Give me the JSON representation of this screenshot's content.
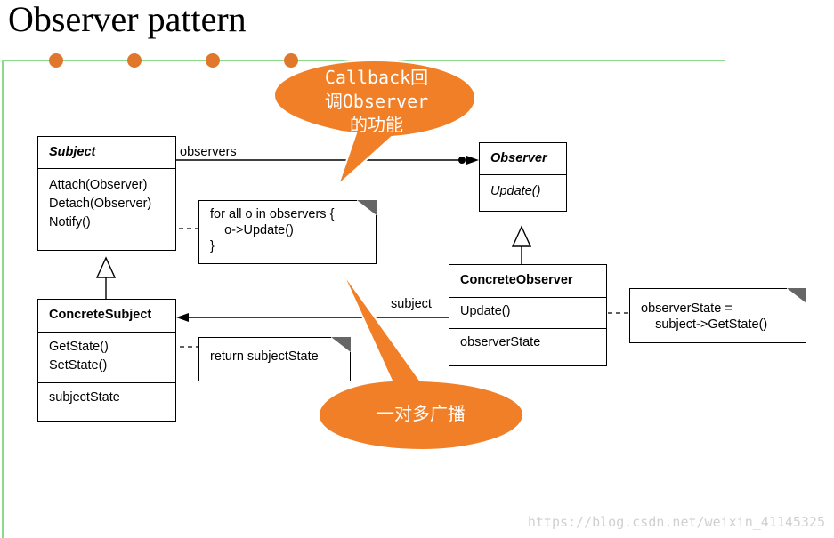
{
  "title": "Observer pattern",
  "subject_class": {
    "name": "Subject",
    "operations": [
      "Attach(Observer)",
      "Detach(Observer)",
      "Notify()"
    ]
  },
  "observer_class": {
    "name": "Observer",
    "operations": [
      "Update()"
    ]
  },
  "concrete_subject_class": {
    "name": "ConcreteSubject",
    "operations": [
      "GetState()",
      "SetState()"
    ],
    "attributes": [
      "subjectState"
    ]
  },
  "concrete_observer_class": {
    "name": "ConcreteObserver",
    "operations": [
      "Update()"
    ],
    "attributes": [
      "observerState"
    ]
  },
  "notes": {
    "notify": "for all o in observers {\n    o->Update()\n}",
    "get_state": "return subjectState",
    "update": "observerState =\n    subject->GetState()"
  },
  "association_labels": {
    "observers": "observers",
    "subject": "subject"
  },
  "callouts": {
    "top_line1": "Callback回",
    "top_line2": "调Observer",
    "top_line3": "的功能",
    "bottom": "一对多广播"
  },
  "colors": {
    "callout_fill": "#f07f27",
    "accent_dots": "#e0772a",
    "frame_line": "#8bd98b"
  },
  "watermark": "https://blog.csdn.net/weixin_41145325"
}
